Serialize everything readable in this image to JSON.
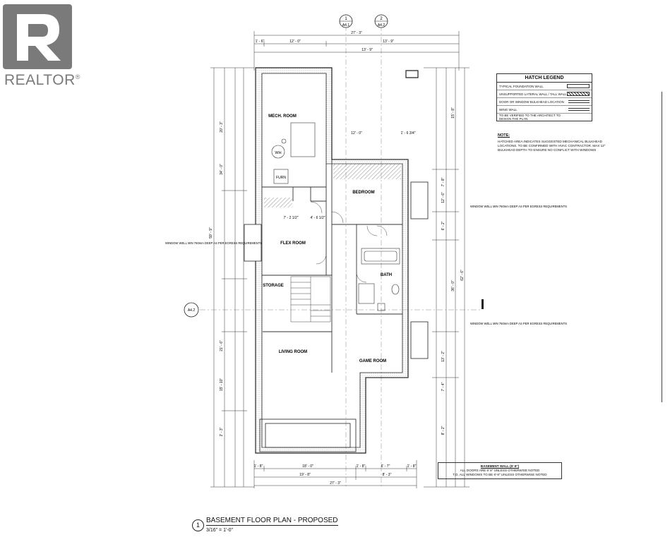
{
  "watermark": {
    "brand": "REALTOR",
    "mark": "®"
  },
  "section_markers": [
    {
      "num": "1",
      "sheet": "A4.1"
    },
    {
      "num": "2",
      "sheet": "A4.2"
    },
    {
      "num": "",
      "sheet": "A4.2"
    }
  ],
  "rooms": {
    "mech": "MECH. ROOM",
    "bedroom": "BEDROOM",
    "flex": "FLEX ROOM",
    "bath": "BATH",
    "storage": "STORAGE",
    "living": "LIVING ROOM",
    "game": "GAME ROOM"
  },
  "fixtures": {
    "furnace": "FURN",
    "water_heater": "WH"
  },
  "dims": {
    "top_total": "27' - 3\"",
    "top_left_a": "1' - 6\"",
    "top_left_b": "12' - 0\"",
    "top_right_a": "13' - 9\"",
    "top_right_b": "13' - 9\"",
    "mid_a": "12' - 0\"",
    "mid_b": "1' - 6 3/4\"",
    "left_overall": "59' - 9\"",
    "left_a": "20' - 3\"",
    "left_b": "34' - 0\"",
    "left_c": "21' - 6\"",
    "left_d": "15' - 10\"",
    "left_e": "2' - 3\"",
    "right_overall": "62' - 6\"",
    "right_a": "15' - 8\"",
    "right_b": "36' - 0\"",
    "right_c": "7' - 8\"",
    "right_d": "12' - 6\"",
    "right_e": "6' - 2\"",
    "right_f": "13' - 2\"",
    "right_g": "7' - 4\"",
    "right_h": "8' - 2\"",
    "flex_a": "7' - 2 1/2\"",
    "flex_b": "4' - 6 1/2\"",
    "bot_a": "1' - 8\"",
    "bot_b": "18' - 0\"",
    "bot_c": "1' - 8\"",
    "bot_d": "6' - 7\"",
    "bot_e": "1' - 8\"",
    "bot_total_a": "19' - 8\"",
    "bot_total_b": "8' - 3\"",
    "bot_total": "27' - 3\""
  },
  "legend": {
    "title": "HATCH LEGEND",
    "rows": [
      "TYPICAL FOUNDATION WALL",
      "UNSUPPORTED LATERAL WALL / TALL WALL",
      "DOOR OR WINDOW BULKHEAD LOCATION",
      "WING WALL",
      "TO BE VERIFIED TO THE ARCHITECT TO DESIGN THE PLAN"
    ]
  },
  "note": {
    "title": "NOTE:",
    "text": "HATCHED AREA INDICATES SUGGESTED MECHANICAL BULKHEAD LOCATIONS. TO BE CONFIRMED WITH HVAC CONTRACTOR. MAX 12\" BULKHEAD DEPTH TO ENSURE NO CONFLICT WITH WINDOWS"
  },
  "window_notes": [
    "WINDOW WELL MIN 760mm DEEP AS PER EGRESS REQUIREMENTS",
    "WINDOW WELL MIN 760mm DEEP AS PER EGRESS REQUIREMENTS",
    "WINDOW WELL MIN 760mm DEEP AS PER EGRESS REQUIREMENTS"
  ],
  "basement_wall": {
    "title": "BASEMENT WALL (5'-9\")",
    "line1": "ALL DOORS ARE 6' 8\" UNLESS OTHERWISE NOTED",
    "line2": "T.O. ALL WINDOWS TO BE 6'-8\" UNLESS OTHERWISE NOTED"
  },
  "title_block": {
    "num": "1",
    "title": "BASEMENT FLOOR PLAN - PROPOSED",
    "scale": "3/16\" = 1'-0\""
  }
}
